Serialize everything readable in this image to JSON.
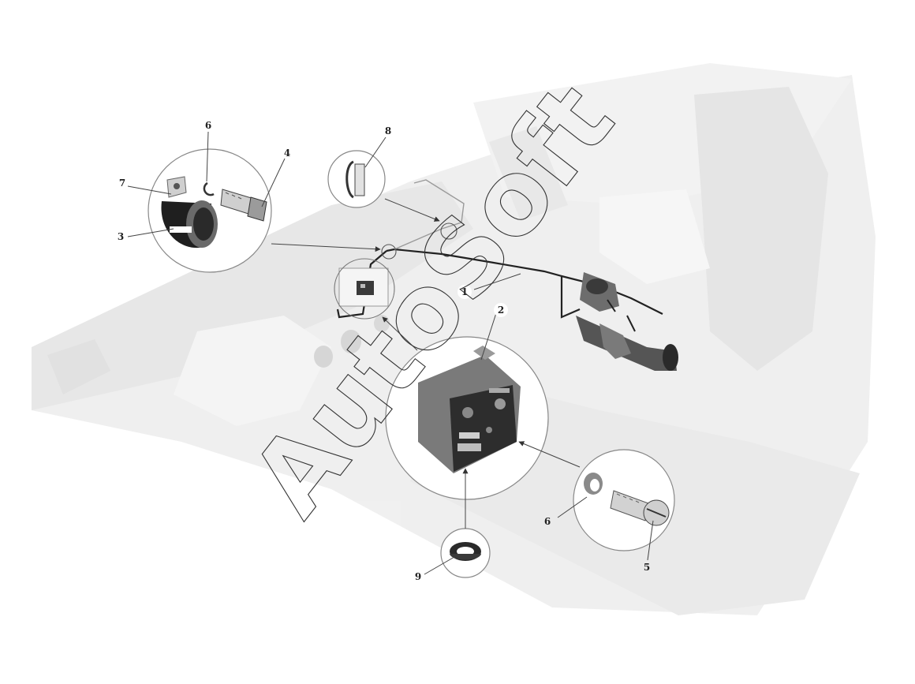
{
  "diagram": {
    "callouts": [
      {
        "id": "c1",
        "label": "1"
      },
      {
        "id": "c2",
        "label": "2"
      },
      {
        "id": "c3",
        "label": "3"
      },
      {
        "id": "c4",
        "label": "4"
      },
      {
        "id": "c5",
        "label": "5"
      },
      {
        "id": "c6a",
        "label": "6"
      },
      {
        "id": "c6b",
        "label": "6"
      },
      {
        "id": "c7",
        "label": "7"
      },
      {
        "id": "c8",
        "label": "8"
      },
      {
        "id": "c9",
        "label": "9"
      }
    ],
    "watermark": "AutoSoft",
    "colors": {
      "background": "#ffffff",
      "chassis": "#ececec",
      "chassis_shadow": "#dcdcdc",
      "line": "#333333",
      "part_dark": "#2a2a2a",
      "part_mid": "#7d7d7d"
    }
  }
}
